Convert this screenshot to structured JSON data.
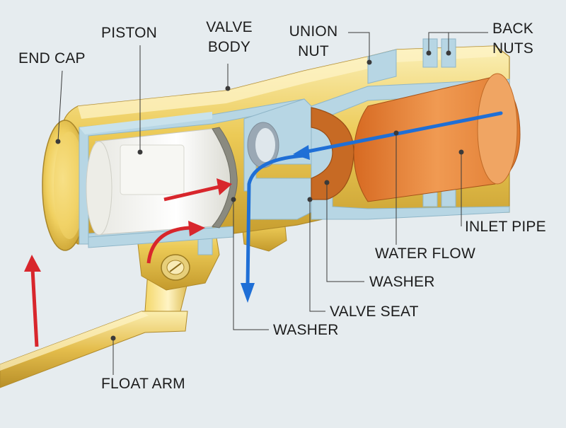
{
  "colors": {
    "background": "#e6ecef",
    "brass": "#e6c24c",
    "brass_light": "#f6e7a2",
    "brass_dark": "#b8932a",
    "cutaway": "#b7d6e4",
    "cutaway_edge": "#8fb6c8",
    "piston": "#f4f4f0",
    "washer": "#c76a24",
    "inlet_interior": "#e8833a",
    "flow_arrow": "#1f6fd6",
    "motion_arrow": "#d8262c",
    "leader_line": "#3a3a3a"
  },
  "labels": {
    "end_cap": "END CAP",
    "piston": "PISTON",
    "valve_body_1": "VALVE",
    "valve_body_2": "BODY",
    "union_nut_1": "UNION",
    "union_nut_2": "NUT",
    "back_nuts_1": "BACK",
    "back_nuts_2": "NUTS",
    "inlet_pipe": "INLET PIPE",
    "water_flow": "WATER FLOW",
    "washer_right": "WASHER",
    "valve_seat": "VALVE SEAT",
    "washer_left": "WASHER",
    "float_arm": "FLOAT ARM"
  }
}
